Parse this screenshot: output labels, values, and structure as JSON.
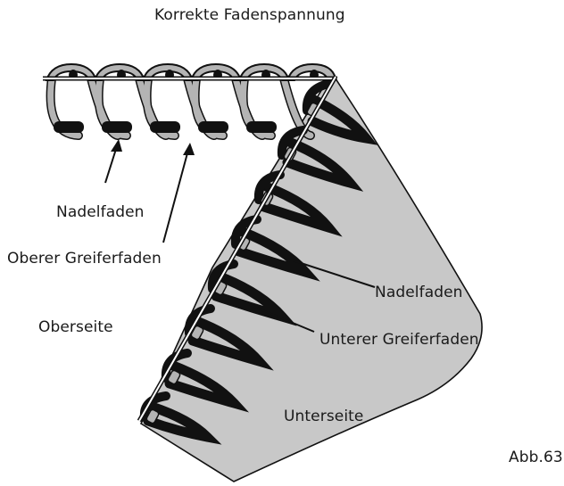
{
  "diagram": {
    "title": "Korrekte Fadenspannung",
    "labels": {
      "nadelfaden_top": "Nadelfaden",
      "oberer_greiferfaden": "Oberer Greiferfaden",
      "oberseite": "Oberseite",
      "nadelfaden_right": "Nadelfaden",
      "unterer_greiferfaden": "Unterer Greiferfaden",
      "unterseite": "Unterseite"
    },
    "figure_number": "Abb.63",
    "colors": {
      "fabric": "#c8c8c8",
      "thread_light": "#b4b4b4",
      "thread_dark": "#111111",
      "outline": "#111111"
    }
  }
}
